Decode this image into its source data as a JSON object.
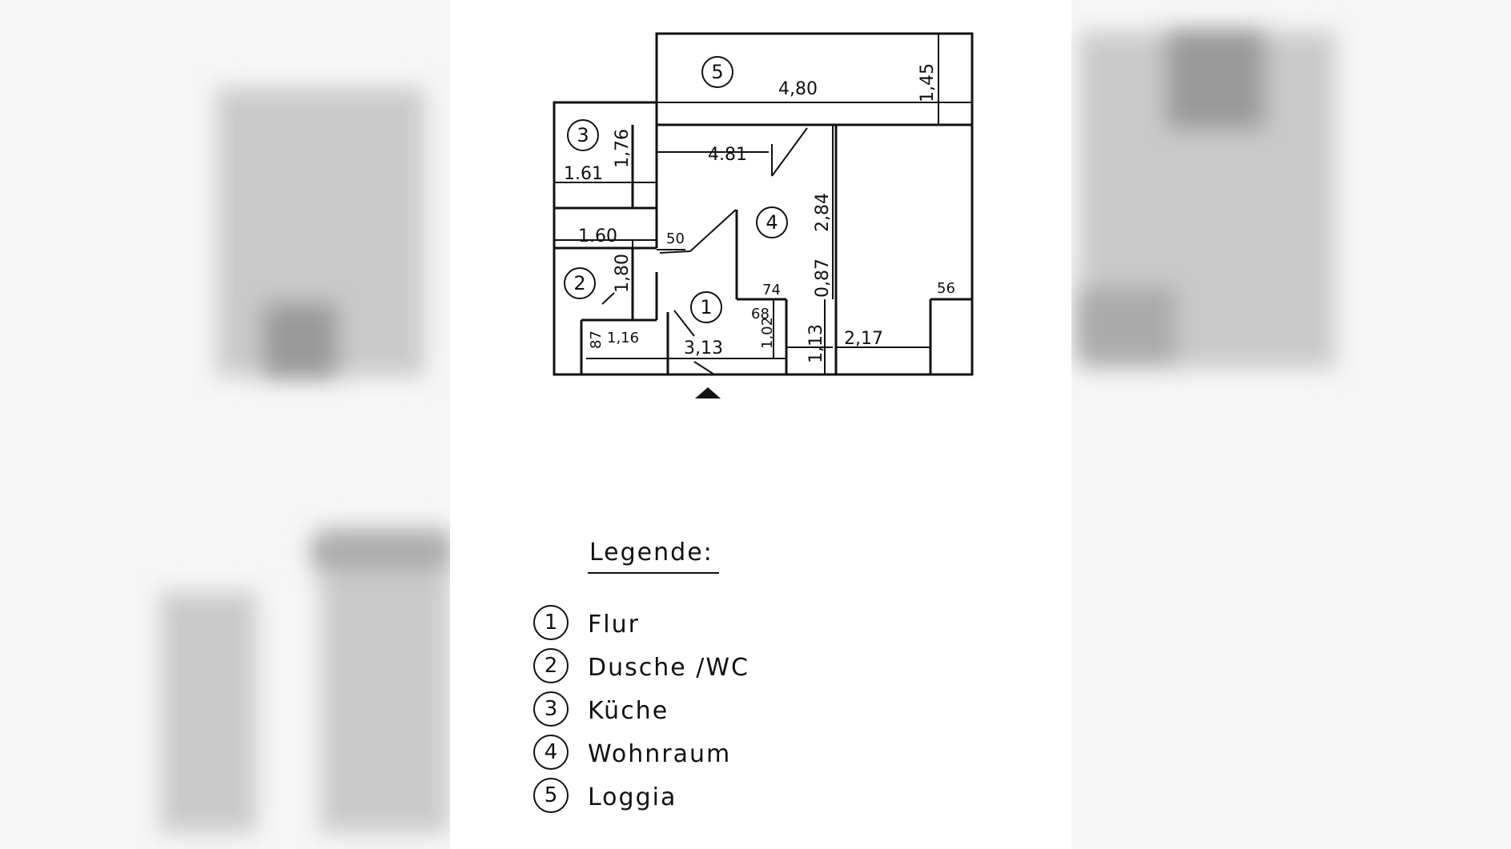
{
  "rooms": [
    {
      "number": "1"
    },
    {
      "number": "2"
    },
    {
      "number": "3"
    },
    {
      "number": "4"
    },
    {
      "number": "5"
    }
  ],
  "dimensions": {
    "loggia_width": "4,80",
    "loggia_depth": "1,45",
    "wohn_width": "4.81",
    "kueche_depth": "1,76",
    "kueche_width": "1.61",
    "bad_width": "1.60",
    "bad_depth": "1,80",
    "door_50": "50",
    "wohn_depth": "2,84",
    "wall_087": "0,87",
    "d_74": "74",
    "d_68": "68",
    "d_56": "56",
    "d_87": "87",
    "d_116": "1,16",
    "flur_width": "3,13",
    "d_102": "1,02",
    "d_113": "1,13",
    "d_217": "2,17"
  },
  "legend": {
    "title": "Legende:",
    "items": [
      {
        "number": "1",
        "label": "Flur"
      },
      {
        "number": "2",
        "label": "Dusche /WC"
      },
      {
        "number": "3",
        "label": "Küche"
      },
      {
        "number": "4",
        "label": "Wohnraum"
      },
      {
        "number": "5",
        "label": "Loggia"
      }
    ]
  },
  "colors": {
    "ink": "#111111",
    "paper": "#ffffff",
    "blur": "#c9c9c9"
  }
}
